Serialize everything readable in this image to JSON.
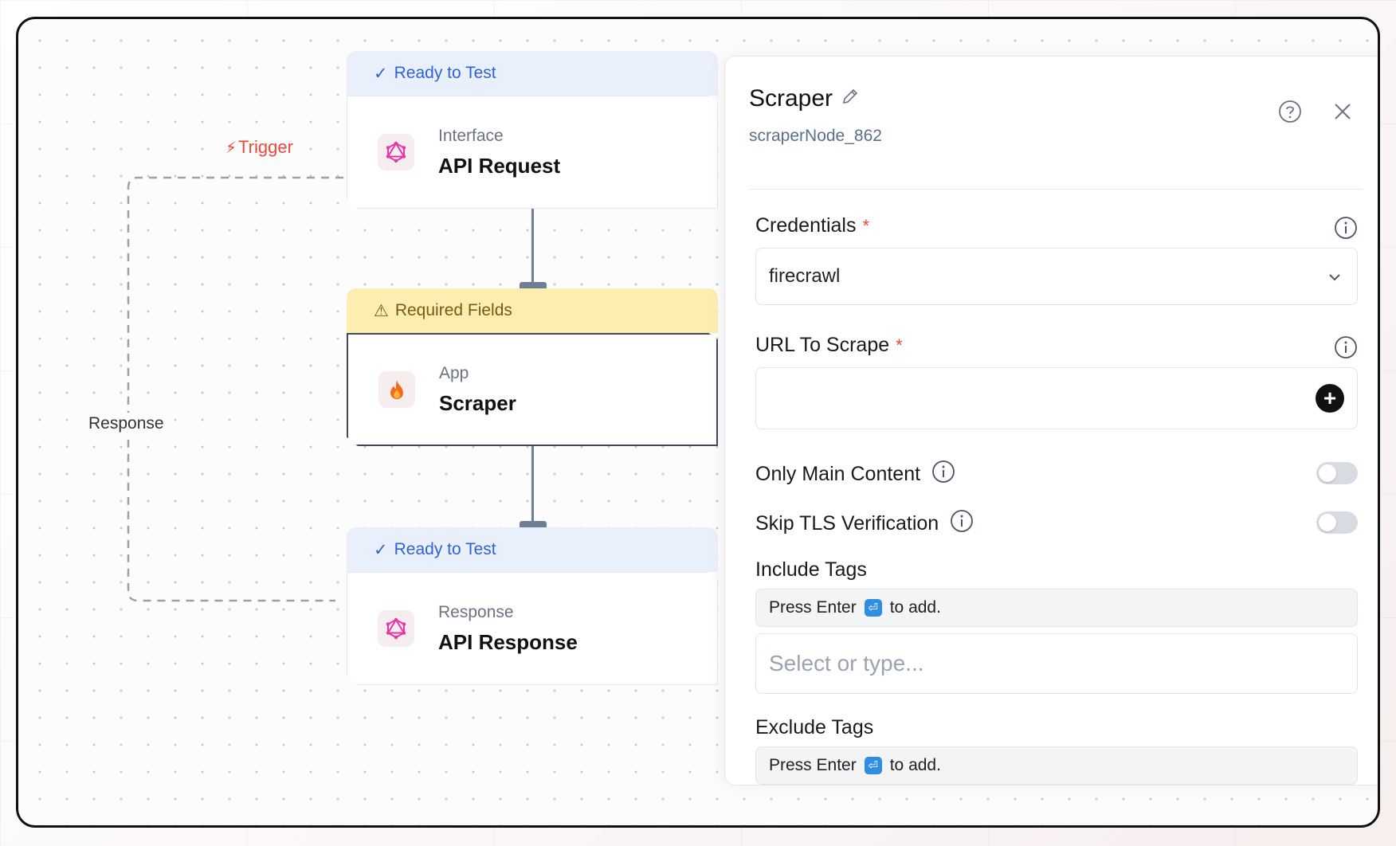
{
  "canvas": {
    "trigger_label": "Trigger",
    "response_label": "Response"
  },
  "nodes": [
    {
      "status": "Ready to Test",
      "status_kind": "ok",
      "type": "Interface",
      "name": "API Request",
      "icon": "graphql-icon"
    },
    {
      "status": "Required Fields",
      "status_kind": "warn",
      "type": "App",
      "name": "Scraper",
      "icon": "flame-icon"
    },
    {
      "status": "Ready to Test",
      "status_kind": "ok",
      "type": "Response",
      "name": "API Response",
      "icon": "graphql-icon"
    }
  ],
  "panel": {
    "title": "Scraper",
    "subtitle": "scraperNode_862",
    "credentials": {
      "label": "Credentials",
      "required": "*",
      "value": "firecrawl"
    },
    "url": {
      "label": "URL To Scrape",
      "required": "*"
    },
    "only_main_content": {
      "label": "Only Main Content",
      "on": false
    },
    "skip_tls": {
      "label": "Skip TLS Verification",
      "on": false
    },
    "include_tags": {
      "label": "Include Tags",
      "hint_before": "Press Enter",
      "hint_after": "to add.",
      "placeholder": "Select or type..."
    },
    "exclude_tags": {
      "label": "Exclude Tags",
      "hint_before": "Press Enter",
      "hint_after": "to add."
    }
  },
  "colors": {
    "ok_status": "#2f62d8",
    "warn_status_bg": "#fbeeb0",
    "trigger": "#ea4a3c",
    "edge": "#6e7f95"
  }
}
